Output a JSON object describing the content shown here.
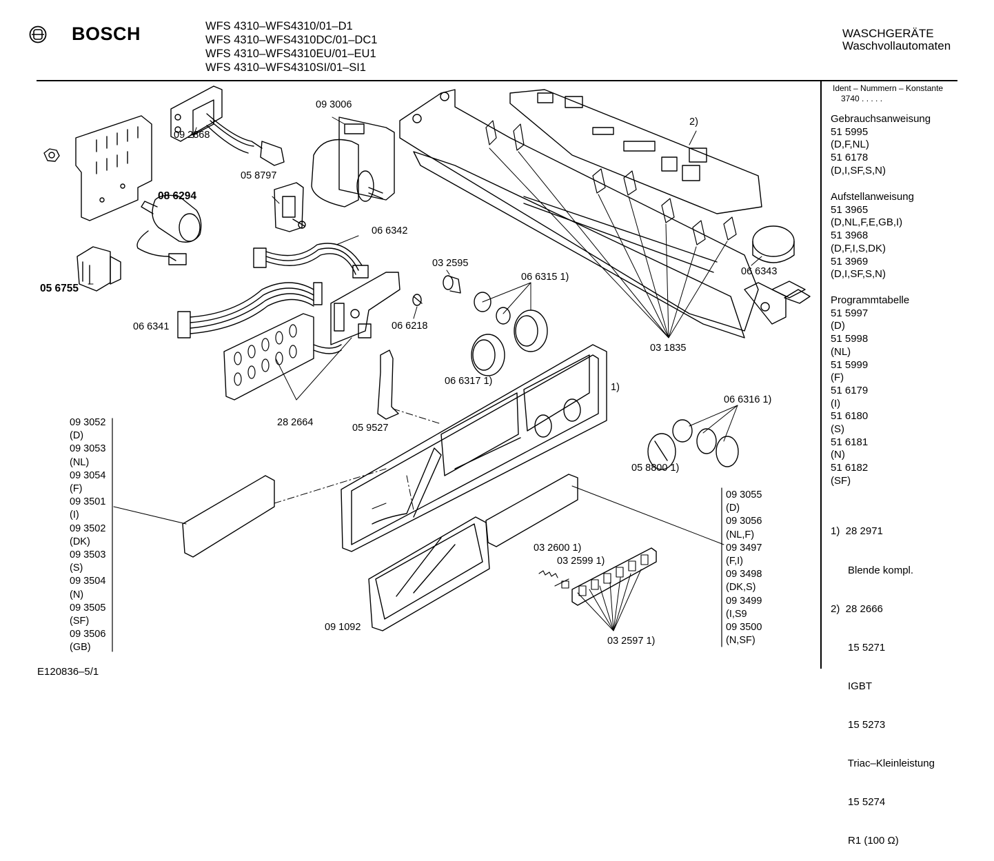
{
  "header": {
    "brand": "BOSCH",
    "models": [
      "WFS 4310–WFS4310/01–D1",
      "WFS 4310–WFS4310DC/01–DC1",
      "WFS 4310–WFS4310EU/01–EU1",
      "WFS 4310–WFS4310SI/01–SI1"
    ],
    "category": "WASCHGERÄTE",
    "subcategory": "Waschvollautomaten"
  },
  "sidebar": {
    "ident_title": "Ident – Nummern – Konstante",
    "ident_value": "3740  .  .  .  .  .",
    "sections": [
      {
        "title": "Gebrauchsanweisung",
        "lines": [
          "51 5995",
          "(D,F,NL)",
          "51 6178",
          "(D,I,SF,S,N)"
        ]
      },
      {
        "title": "Aufstellanweisung",
        "lines": [
          "51 3965",
          "(D,NL,F,E,GB,I)",
          "51 3968",
          "(D,F,I,S,DK)",
          "51 3969",
          "(D,I,SF,S,N)"
        ]
      },
      {
        "title": "Programmtabelle",
        "lines": [
          "51 5997",
          "(D)",
          "51 5998",
          "(NL)",
          "51 5999",
          "(F)",
          "51 6179",
          "(I)",
          "51 6180",
          "(S)",
          "51 6181",
          "(N)",
          "51 6182",
          "(SF)"
        ]
      }
    ],
    "notes": [
      "1)  28 2971",
      "      Blende kompl.",
      "2)  28 2666",
      "      15 5271",
      "      IGBT",
      "      15 5273",
      "      Triac–Kleinleistung",
      "      15 5274",
      "      R1 (100 Ω)"
    ]
  },
  "parts": {
    "p092868": "09 2868",
    "p093006": "09 3006",
    "p086294": "08 6294",
    "p058797": "05 8797",
    "p066342": "06 6342",
    "p056755": "05 6755",
    "p032595": "03 2595",
    "p066315": "06 6315 1)",
    "p066218": "06 6218",
    "p066341": "06 6341",
    "p066343": "06 6343",
    "p031835": "03 1835",
    "p066317": "06 6317 1)",
    "p282664": "28 2664",
    "p059527": "05 9527",
    "p_note1": "1)",
    "p_note2": "2)",
    "p066316": "06 6316 1)",
    "p058800": "05 8800 1)",
    "p032600": "03 2600 1)",
    "p032599": "03 2599 1)",
    "p091092": "09 1092",
    "p032597": "03 2597 1)"
  },
  "left_variants": [
    "09 3052",
    "(D)",
    "09 3053",
    "(NL)",
    "09 3054",
    "(F)",
    "09 3501",
    "(I)",
    "09 3502",
    "(DK)",
    "09 3503",
    "(S)",
    "09 3504",
    "(N)",
    "09 3505",
    "(SF)",
    "09 3506",
    "(GB)"
  ],
  "right_variants": [
    "09 3055",
    "(D)",
    "09 3056",
    "(NL,F)",
    "09 3497",
    "(F,I)",
    "09 3498",
    "(DK,S)",
    "09 3499",
    "(I,S9",
    "09 3500",
    "(N,SF)"
  ],
  "footer": {
    "code": "E120836–5/1"
  }
}
